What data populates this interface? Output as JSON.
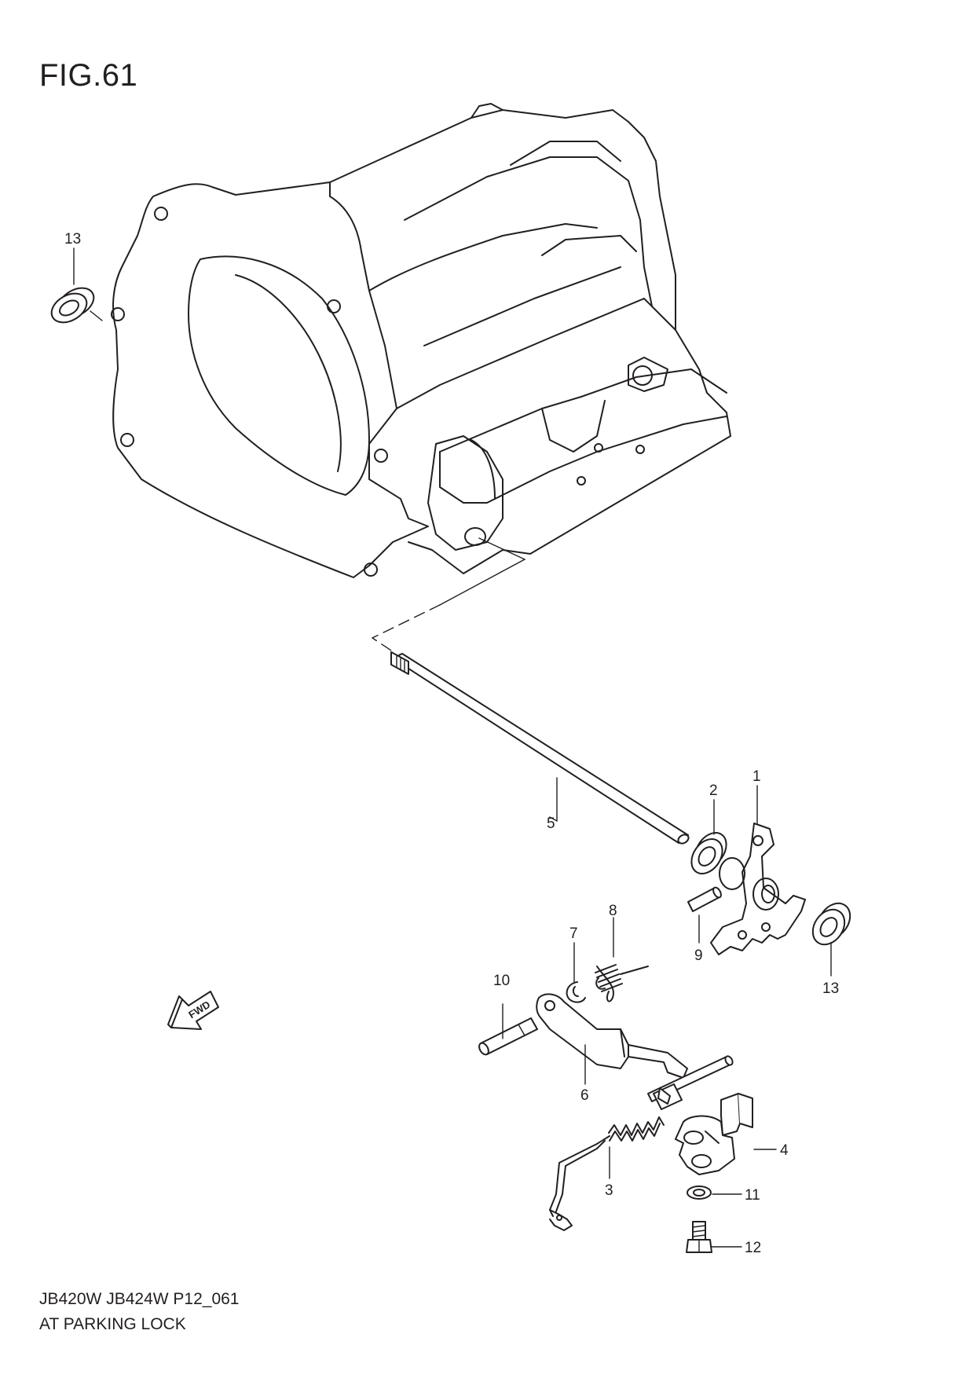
{
  "figure": {
    "title": "FIG.61",
    "model_code": "JB420W JB424W P12_061",
    "caption": "AT PARKING LOCK"
  },
  "direction_marker": {
    "label": "FWD",
    "icon": "forward-arrow-icon"
  },
  "callouts": [
    {
      "id": "callout-1",
      "label": "1"
    },
    {
      "id": "callout-2",
      "label": "2"
    },
    {
      "id": "callout-3",
      "label": "3"
    },
    {
      "id": "callout-4",
      "label": "4"
    },
    {
      "id": "callout-5",
      "label": "5"
    },
    {
      "id": "callout-6",
      "label": "6"
    },
    {
      "id": "callout-7",
      "label": "7"
    },
    {
      "id": "callout-8",
      "label": "8"
    },
    {
      "id": "callout-9",
      "label": "9"
    },
    {
      "id": "callout-10",
      "label": "10"
    },
    {
      "id": "callout-11",
      "label": "11"
    },
    {
      "id": "callout-12",
      "label": "12"
    },
    {
      "id": "callout-13a",
      "label": "13"
    },
    {
      "id": "callout-13b",
      "label": "13"
    }
  ]
}
